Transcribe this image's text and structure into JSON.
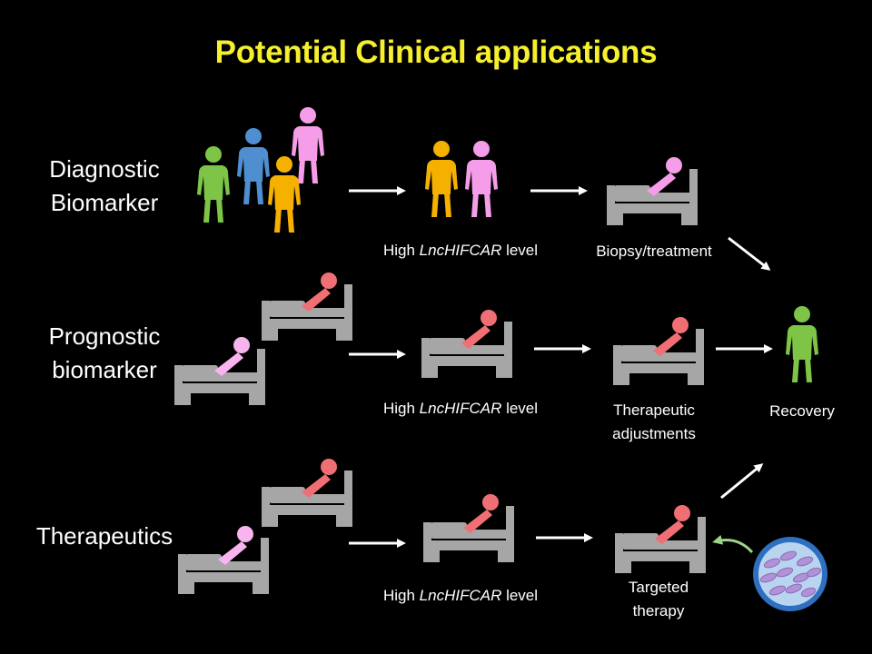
{
  "title": "Potential Clinical applications",
  "rows": {
    "diagnostic": {
      "label_line1": "Diagnostic",
      "label_line2": "Biomarker",
      "step1": {
        "pre": "High ",
        "em": "LncHIFCAR",
        "post": " level"
      },
      "step2": "Biopsy/treatment"
    },
    "prognostic": {
      "label_line1": "Prognostic",
      "label_line2": "biomarker",
      "step1": {
        "pre": "High ",
        "em": "LncHIFCAR",
        "post": " level"
      },
      "step2_line1": "Therapeutic",
      "step2_line2": "adjustments"
    },
    "therapeutics": {
      "label": "Therapeutics",
      "step1": {
        "pre": "High ",
        "em": "LncHIFCAR",
        "post": " level"
      },
      "step2_line1": "Targeted",
      "step2_line2": "therapy"
    }
  },
  "outcome": "Recovery",
  "colors": {
    "title": "#f5ef2e",
    "green_person": "#7dc447",
    "blue_person": "#4f8ed0",
    "orange_person": "#f5b000",
    "pink_person": "#f59de8",
    "bed": "#a6a6a6",
    "patient_red": "#f06f74",
    "patient_pink": "#f7b4ef",
    "arrow": "#ffffff",
    "drug_arrow": "#9ed488"
  },
  "icons": [
    "person-icon",
    "hospital-bed-icon",
    "arrow-icon",
    "drug-dish-icon"
  ]
}
